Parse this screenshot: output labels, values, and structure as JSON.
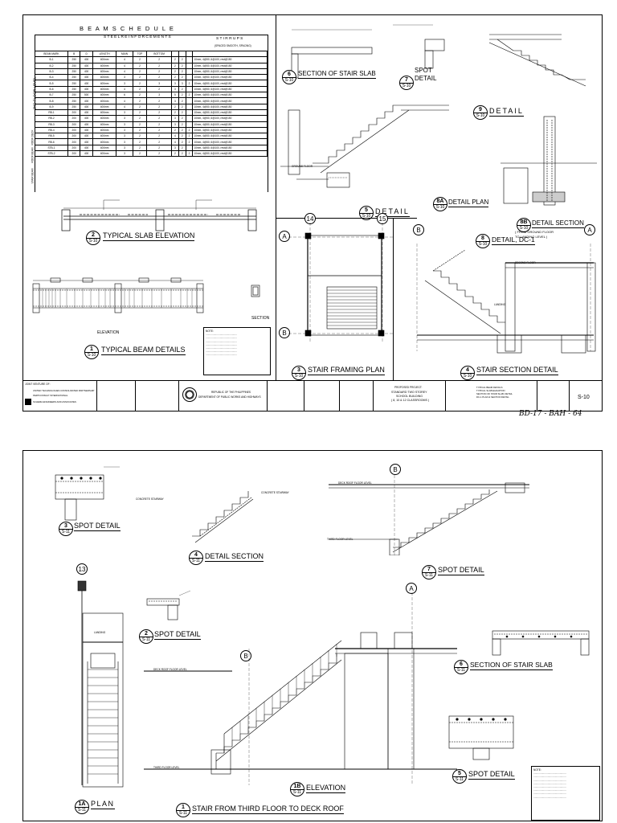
{
  "sheet1": {
    "schedule": {
      "title": "B E A M   S C H E D U L E",
      "steel_header": "S T E E L   R E I N F O R C E M E N T S",
      "stirrups_header": "S T I R R U P S",
      "stirrups_sub": "(SPACED SMOOTH, SPACING)",
      "col_headers": [
        "BEAM MARK",
        "B",
        "D",
        "LENGTH",
        "MAIN",
        "TOP",
        "BOTTOM"
      ],
      "row_groups": [
        "2ND FLOOR LEVEL",
        "ROOF DECK",
        "ROOF BEAM",
        "STAIR BEAM"
      ],
      "rows": [
        [
          "B-1",
          "250",
          "400",
          "400mm",
          "4",
          "2",
          "2",
          "2",
          "2",
          "",
          "10mm, 4@50, 6@100, rest@150"
        ],
        [
          "B-2",
          "250",
          "400",
          "400mm",
          "4",
          "2",
          "2",
          "2",
          "2",
          "",
          "10mm, 4@50, 6@100, rest@150"
        ],
        [
          "B-3",
          "250",
          "400",
          "400mm",
          "4",
          "2",
          "2",
          "2",
          "2",
          "",
          "10mm, 4@50, 6@100, rest@150"
        ],
        [
          "B-4",
          "250",
          "400",
          "400mm",
          "3",
          "2",
          "2",
          "2",
          "2",
          "",
          "10mm, 4@50, 6@100, rest@150"
        ],
        [
          "B-5",
          "250",
          "400",
          "400mm",
          "3",
          "2",
          "3",
          "3",
          "3",
          "2",
          "10mm, 4@50, 6@100, rest@150"
        ],
        [
          "B-6",
          "250",
          "400",
          "400mm",
          "4",
          "2",
          "2",
          "3",
          "2",
          "",
          "10mm, 4@50, 6@100, rest@150"
        ],
        [
          "B-7",
          "250",
          "500",
          "400mm",
          "6",
          "2",
          "3",
          "5",
          "2",
          "2",
          "10mm, 4@50, 6@100, rest@150"
        ],
        [
          "B-8",
          "250",
          "400",
          "400mm",
          "4",
          "2",
          "2",
          "3",
          "2",
          "",
          "10mm, 4@50, 6@100, rest@150"
        ],
        [
          "B-9",
          "250",
          "400",
          "400mm",
          "4",
          "2",
          "2",
          "2",
          "2",
          "",
          "10mm, 4@50, 6@100, rest@150"
        ],
        [
          "RB-1",
          "200",
          "400",
          "400mm",
          "3",
          "2",
          "2",
          "2",
          "2",
          "",
          "10mm, 4@50, 6@100, rest@150"
        ],
        [
          "RB-2",
          "200",
          "400",
          "400mm",
          "3",
          "2",
          "2",
          "3",
          "2",
          "",
          "10mm, 4@50, 6@100, rest@150"
        ],
        [
          "RB-3",
          "200",
          "400",
          "400mm",
          "3",
          "2",
          "2",
          "3",
          "2",
          "",
          "10mm, 4@50, 6@100, rest@150"
        ],
        [
          "RB-4",
          "200",
          "400",
          "400mm",
          "3",
          "2",
          "2",
          "2",
          "2",
          "2",
          "10mm, 4@50, 6@100, rest@150"
        ],
        [
          "RB-5",
          "200",
          "400",
          "400mm",
          "3",
          "2",
          "2",
          "4",
          "2",
          "2",
          "10mm, 4@50, 6@100, rest@150"
        ],
        [
          "RB-6",
          "200",
          "400",
          "400mm",
          "3",
          "2",
          "2",
          "4",
          "2",
          "2",
          "10mm, 4@50, 6@100, rest@150"
        ],
        [
          "STB-1",
          "200",
          "400",
          "400mm",
          "3",
          "2",
          "2",
          "3",
          "2",
          "",
          "10mm, 4@50, 6@100, rest@150"
        ],
        [
          "STB-2",
          "200",
          "400",
          "400mm",
          "3",
          "2",
          "2",
          "2",
          "2",
          "2",
          "10mm, 4@50, 6@100, rest@150"
        ]
      ]
    },
    "details": {
      "d1": {
        "num": "1",
        "sheet": "S-10",
        "title": "TYPICAL BEAM DETAILS"
      },
      "d2": {
        "num": "2",
        "sheet": "S-10",
        "title": "TYPICAL SLAB ELEVATION"
      },
      "d3": {
        "num": "3",
        "sheet": "S-10",
        "title": "STAIR FRAMING PLAN"
      },
      "d4": {
        "num": "4",
        "sheet": "S-10",
        "title": "STAIR SECTION DETAIL"
      },
      "d5": {
        "num": "5",
        "sheet": "S-10",
        "title": "DETAIL"
      },
      "d6": {
        "num": "6",
        "sheet": "S-10",
        "title": "SECTION OF STAIR SLAB"
      },
      "d7": {
        "num": "7",
        "sheet": "S-10",
        "title1": "SPOT",
        "title2": "DETAIL"
      },
      "d8": {
        "num": "8",
        "sheet": "S-10",
        "title": "DETAIL, DC-1"
      },
      "d8a": {
        "num": "8A",
        "sheet": "S-10",
        "title": "DETAIL PLAN"
      },
      "d8b": {
        "num": "8B",
        "sheet": "S-10",
        "title": "DETAIL SECTION"
      },
      "d9": {
        "num": "9",
        "sheet": "S-10",
        "title": "DETAIL"
      }
    },
    "labels": {
      "elevation": "ELEVATION",
      "section": "SECTION",
      "ground_floor": "GROUND FLOOR",
      "second_floor": "SECOND FLOOR",
      "from_ground": "( FROM GROUND FLOOR",
      "to_landing": "TO LANDING LEVEL )",
      "grid_a": "A",
      "grid_b": "B",
      "grid_14": "14",
      "grid_15": "15",
      "landing": "LANDING"
    },
    "title_block": {
      "joint_venture": "JOINT VENTURE OF:",
      "firm1": "UNITED TECHNOLOGIES CONSOLIDATED PARTNERSHIP",
      "firm2": "PERTCONSULT INTERNATIONAL",
      "firm3": "SCHEMA ENGINEERS AND ASSOCIATES",
      "agency1": "REPUBLIC OF THE PHILIPPINES",
      "agency2": "DEPARTMENT OF PUBLIC WORKS AND HIGHWAYS",
      "project1": "PROPOSED PROJECT:",
      "project2": "STANDARD TWO STOREY",
      "project3": "SCHOOL BUILDING",
      "project4": "( 8, 10 & 12 CLASSROOMS )",
      "contents1": "TYPICAL BEAM DETAILS",
      "contents2": "TYPICAL SLAB ELEVATION",
      "contents3": "SECTION OF STAIR SLAB, DETAIL",
      "contents4": "DC-1 PLAN & SECTION DETAIL",
      "sheet_no": "S-10",
      "handwritten": "BD-17 - BAH - 64"
    }
  },
  "sheet2": {
    "details": {
      "d1": {
        "num": "1",
        "sheet": "S-11",
        "title": "STAIR FROM THIRD FLOOR TO DECK ROOF"
      },
      "d1a": {
        "num": "1A",
        "sheet": "S-11",
        "title": "PLAN"
      },
      "d1b": {
        "num": "1B",
        "sheet": "S-11",
        "title": "ELEVATION"
      },
      "d2": {
        "num": "2",
        "sheet": "S-11",
        "title": "SPOT DETAIL"
      },
      "d3": {
        "num": "3",
        "sheet": "S-11",
        "title": "SPOT DETAIL"
      },
      "d4": {
        "num": "4",
        "sheet": "S-11",
        "title": "DETAIL SECTION"
      },
      "d5": {
        "num": "5",
        "sheet": "S-11",
        "title": "SPOT DETAIL"
      },
      "d6": {
        "num": "6",
        "sheet": "S-11",
        "title": "SECTION OF STAIR SLAB"
      },
      "d7": {
        "num": "7",
        "sheet": "S-11",
        "title": "SPOT DETAIL"
      }
    },
    "labels": {
      "deck_roof": "DECK ROOF FLOOR LEVEL",
      "third_floor": "THIRD FLOOR LEVEL",
      "landing": "LANDING",
      "grid_13": "13",
      "grid_a": "A",
      "grid_b": "B",
      "concrete_stairway": "CONCRETE STAIRWAY",
      "note": "NOTE:"
    }
  }
}
